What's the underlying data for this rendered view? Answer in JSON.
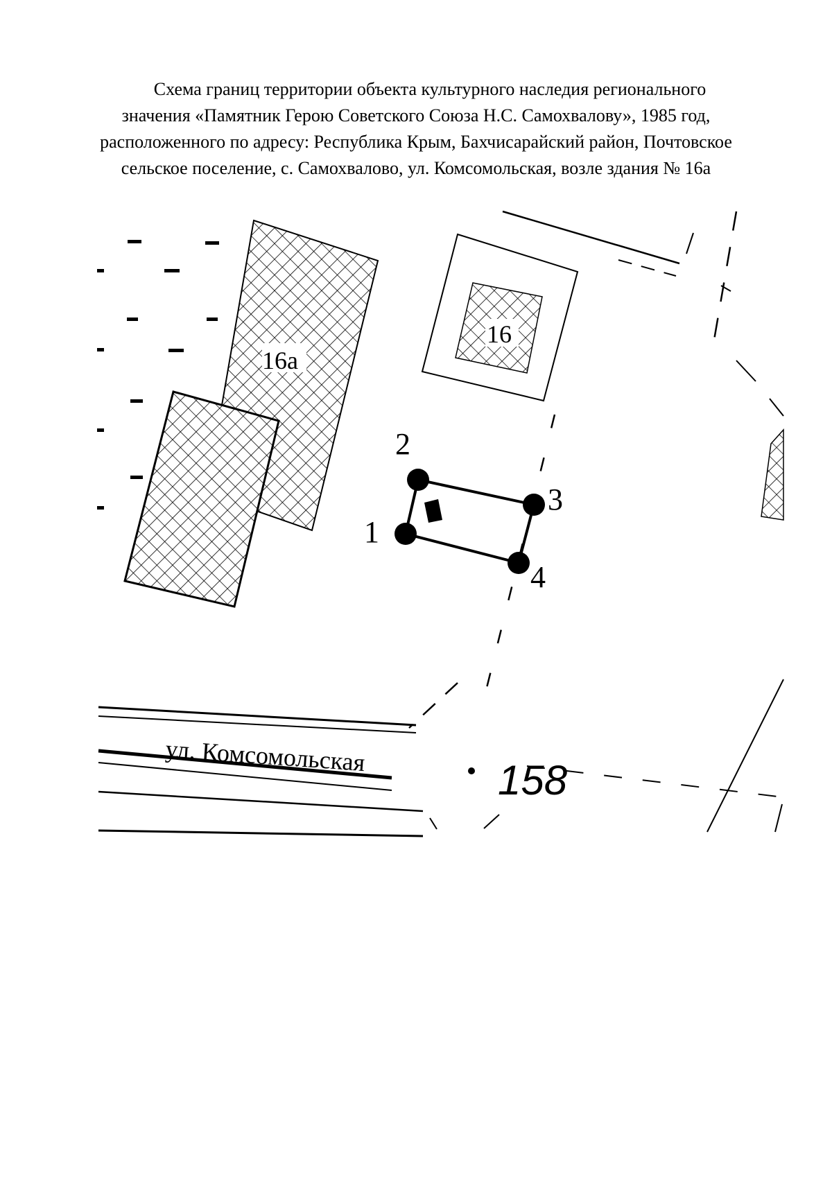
{
  "caption": {
    "line1": "Схема границ территории объекта культурного наследия регионального",
    "line2": "значения «Памятник Герою Советского Союза Н.С. Самохвалову», 1985 год,",
    "line3": "расположенного по адресу: Республика Крым, Бахчисарайский район, Почтовское",
    "line4": "сельское поселение, с. Самохвалово, ул. Комсомольская, возле здания № 16а"
  },
  "map": {
    "buildings": {
      "b16a": "16а",
      "b16": "16"
    },
    "points": [
      "1",
      "2",
      "3",
      "4"
    ],
    "street": "ул. Комсомольская",
    "plot_number": "158"
  }
}
